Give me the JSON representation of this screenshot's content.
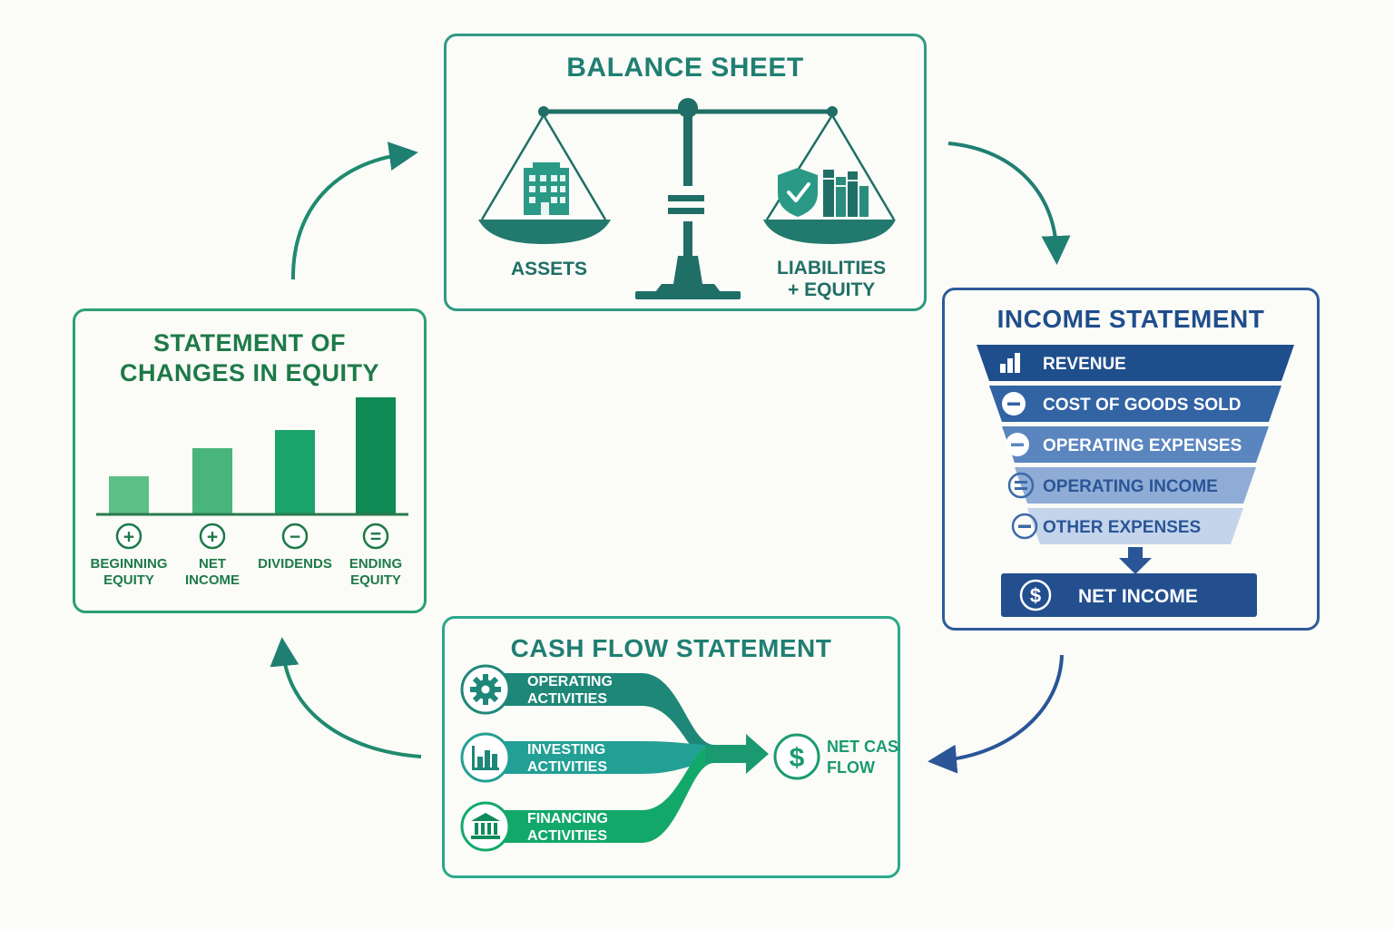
{
  "balance_sheet": {
    "title": "BALANCE SHEET",
    "assets_label": "ASSETS",
    "liabilities_line1": "LIABILITIES",
    "liabilities_line2": "+ EQUITY"
  },
  "income_statement": {
    "title": "INCOME STATEMENT",
    "rows": [
      {
        "label": "REVENUE",
        "icon": "bar-chart-icon",
        "color": "#1f4e8c"
      },
      {
        "label": "COST OF GOODS SOLD",
        "icon": "minus-icon",
        "color": "#3263a3"
      },
      {
        "label": "OPERATING EXPENSES",
        "icon": "minus-icon",
        "color": "#5a85bf"
      },
      {
        "label": "OPERATING INCOME",
        "icon": "equals-icon",
        "color": "#8facd6"
      },
      {
        "label": "OTHER EXPENSES",
        "icon": "minus-icon",
        "color": "#c4d4ea"
      }
    ],
    "net_income": "NET INCOME"
  },
  "cash_flow": {
    "title": "CASH FLOW STATEMENT",
    "items": [
      {
        "line1": "OPERATING",
        "line2": "ACTIVITIES",
        "icon": "gear-icon"
      },
      {
        "line1": "INVESTING",
        "line2": "ACTIVITIES",
        "icon": "bar-chart-icon"
      },
      {
        "line1": "FINANCING",
        "line2": "ACTIVITIES",
        "icon": "bank-icon"
      }
    ],
    "net_line1": "NET CASH",
    "net_line2": "FLOW"
  },
  "equity": {
    "title_line1": "STATEMENT OF",
    "title_line2": "CHANGES IN EQUITY",
    "items": [
      {
        "symbol": "+",
        "line1": "BEGINNING",
        "line2": "EQUITY",
        "level": 0.32
      },
      {
        "symbol": "+",
        "line1": "NET",
        "line2": "INCOME",
        "level": 0.56
      },
      {
        "symbol": "−",
        "line1": "DIVIDENDS",
        "line2": "",
        "level": 0.72
      },
      {
        "symbol": "=",
        "line1": "ENDING",
        "line2": "EQUITY",
        "level": 1.0
      }
    ]
  },
  "colors": {
    "teal": "#2a8c7c",
    "green": "#1d8a4e",
    "blue": "#234f8f",
    "dark_teal": "#1f6f66"
  }
}
